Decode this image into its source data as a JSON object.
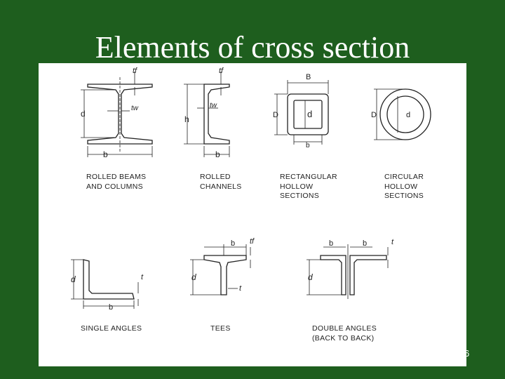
{
  "slide": {
    "title": "Elements of cross section",
    "page_number": "6"
  },
  "diagram": {
    "sections": [
      {
        "id": "rolled-beams",
        "caption": "ROLLED BEAMS\nAND COLUMNS",
        "dims": {
          "tf": "tf",
          "tw": "tw",
          "d": "d",
          "b": "b"
        }
      },
      {
        "id": "rolled-channels",
        "caption": "ROLLED\nCHANNELS",
        "dims": {
          "tf": "tf",
          "tw": "tw",
          "h": "h",
          "b": "b"
        }
      },
      {
        "id": "rhs",
        "caption": "RECTANGULAR\nHOLLOW\nSECTIONS",
        "dims": {
          "B": "B",
          "D": "D",
          "d": "d",
          "b": "b"
        }
      },
      {
        "id": "chs",
        "caption": "CIRCULAR\nHOLLOW\nSECTIONS",
        "dims": {
          "D": "D",
          "d": "d"
        }
      },
      {
        "id": "single-angles",
        "caption": "SINGLE ANGLES",
        "dims": {
          "d": "d",
          "t": "t",
          "b": "b"
        }
      },
      {
        "id": "tees",
        "caption": "TEES",
        "dims": {
          "b": "b",
          "tf": "tf",
          "d": "d",
          "t": "t"
        }
      },
      {
        "id": "double-angles",
        "caption": "DOUBLE ANGLES\n(BACK TO BACK)",
        "dims": {
          "b1": "b",
          "b2": "b",
          "t": "t",
          "d": "d"
        }
      }
    ]
  }
}
